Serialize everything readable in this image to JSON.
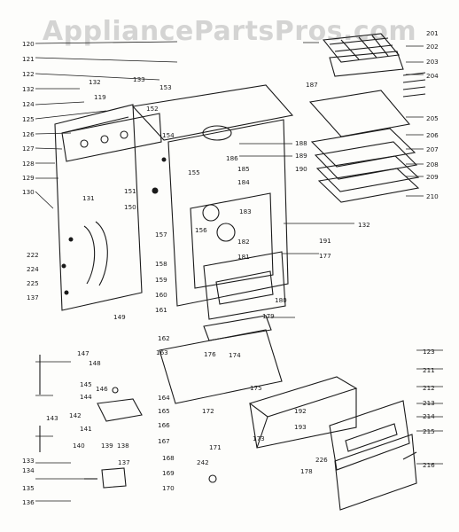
{
  "watermark": "AppliancePartsPros.com",
  "labels": [
    "120",
    "121",
    "122",
    "132",
    "124",
    "125",
    "126",
    "127",
    "128",
    "129",
    "130",
    "131",
    "132",
    "119",
    "133",
    "152",
    "153",
    "154",
    "155",
    "156",
    "150",
    "151",
    "157",
    "158",
    "159",
    "160",
    "161",
    "149",
    "222",
    "224",
    "225",
    "137",
    "186",
    "185",
    "184",
    "183",
    "182",
    "181",
    "180",
    "179",
    "191",
    "177",
    "132",
    "188",
    "189",
    "190",
    "201",
    "202",
    "203",
    "204",
    "205",
    "206",
    "207",
    "208",
    "209",
    "210",
    "187",
    "162",
    "163",
    "147",
    "148",
    "145",
    "146",
    "144",
    "143",
    "142",
    "141",
    "140",
    "139",
    "138",
    "133",
    "134",
    "135",
    "136",
    "137",
    "166",
    "167",
    "168",
    "169",
    "170",
    "171",
    "172",
    "173",
    "174",
    "175",
    "176",
    "123",
    "211",
    "212",
    "213",
    "214",
    "215",
    "216",
    "226",
    "192",
    "193",
    "178",
    "242",
    "165",
    "164"
  ],
  "colors": {
    "ink": "#1a1a1a",
    "paper": "#fdfdfb"
  }
}
